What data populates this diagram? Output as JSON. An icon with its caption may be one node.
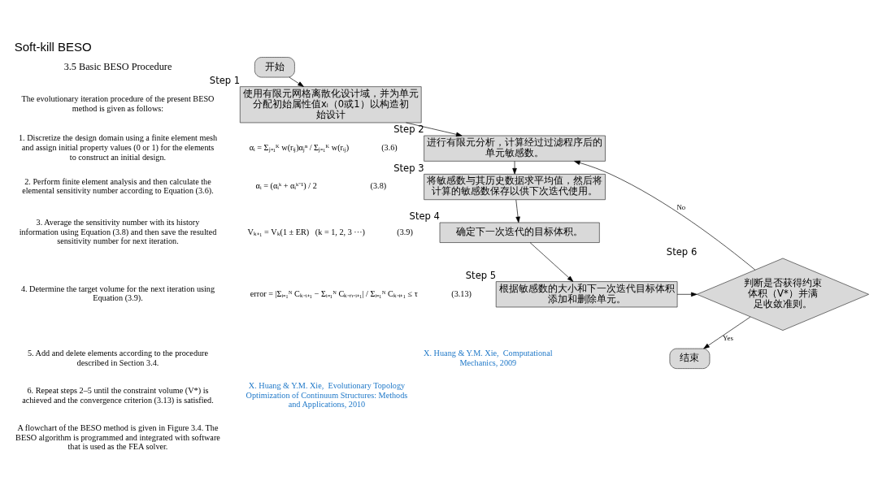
{
  "diagram": {
    "title": "Soft-kill BESO",
    "nodes": [
      {
        "text": [
          "开始"
        ]
      },
      {
        "text": [
          "使用有限元网格离散化设计域，并为单元分配初始属性值xᵢ（0或1）以构造初始设计"
        ],
        "beside": [
          "Step 1"
        ]
      },
      {
        "text": [
          "进行有限元分析，计算经过过滤程序后的单元敏感数。"
        ],
        "beside": [
          "Step 2"
        ]
      },
      {
        "text": [
          "将敏感数与其历史数据求平均值，然后将计算的敏感数保存以供下次迭代使用。"
        ],
        "beside": [
          "Step 3"
        ]
      },
      {
        "text": [
          "确定下一次迭代的目标体积。"
        ],
        "beside": [
          "Step 4"
        ]
      },
      {
        "text": [
          "根据敏感数的大小和下一次迭代目标体积添加和删除单元。"
        ],
        "beside": [
          "Step 5"
        ]
      },
      {
        "text": [
          "判断是否获得约束体积（V*）并满足收敛准则。"
        ],
        "beside": [
          "Step 6"
        ]
      },
      {
        "text": [
          "结束"
        ]
      }
    ],
    "edges": [
      {
        "from": 0,
        "to": 1,
        "arrow": "to"
      },
      {
        "from": 1,
        "to": 2,
        "arrow": "to"
      },
      {
        "from": 2,
        "to": 3,
        "arrow": "to"
      },
      {
        "from": 3,
        "to": 4,
        "arrow": "to"
      },
      {
        "from": 4,
        "to": 5,
        "arrow": "to"
      },
      {
        "from": 5,
        "to": 6,
        "arrow": "to"
      },
      {
        "from": 6,
        "to": 2,
        "arrow": "to",
        "label": "No"
      },
      {
        "from": 6,
        "to": 7,
        "arrow": "to",
        "label": "Yes"
      }
    ],
    "labels": [
      "3.5 Basic BESO Procedure",
      "The evolutionary iteration procedure of the present BESO method is given as follows:",
      "1. Discretize the design domain using a finite element mesh and assign initial property values (0 or 1) for the elements to construct an initial design.",
      "2. Perform finite element analysis and then calculate the elemental sensitivity number according to Equation (3.6).",
      "3. Average the sensitivity number with its history information using Equation (3.8) and then save the resulted sensitivity number for next iteration.",
      "4. Determine the target volume for the next iteration using Equation (3.9).",
      "5. Add and delete elements according to the procedure described in Section 3.4.",
      "6. Repeat steps 2–5 until the constraint volume (V*) is achieved and the convergence criterion (3.13) is satisfied.",
      "A flowchart of the BESO method is given in Figure 3.4. The BESO algorithm is programmed and integrated with software that is used as the FEA solver.",
      "αᵢ = Σⱼ₌₁ᴷ w(rᵢⱼ)αⱼⁿ / Σⱼ₌₁ᴷ w(rᵢⱼ)",
      "(3.6)",
      "αᵢ = (αᵢᵏ + αᵢᵏ⁻¹) / 2",
      "(3.8)",
      "Vₖ₊₁ = Vₖ(1 ± ER)   (k = 1, 2, 3 ···)",
      "(3.9)",
      "error = |Σᵢ₌₁ᴺ Cₖ₋ᵢ₊₁ − Σᵢ₌₁ᴺ Cₖ₋ₙ₋ᵢ₊₁| / Σᵢ₌₁ᴺ Cₖ₋ᵢ₊₁ ≤ τ",
      "(3.13)",
      "X. Huang & Y.M. Xie,  Computational Mechanics, 2009",
      "X. Huang & Y.M. Xie,  Evolutionary Topology Optimization of Continuum Structures: Methods and Applications, 2010"
    ]
  }
}
